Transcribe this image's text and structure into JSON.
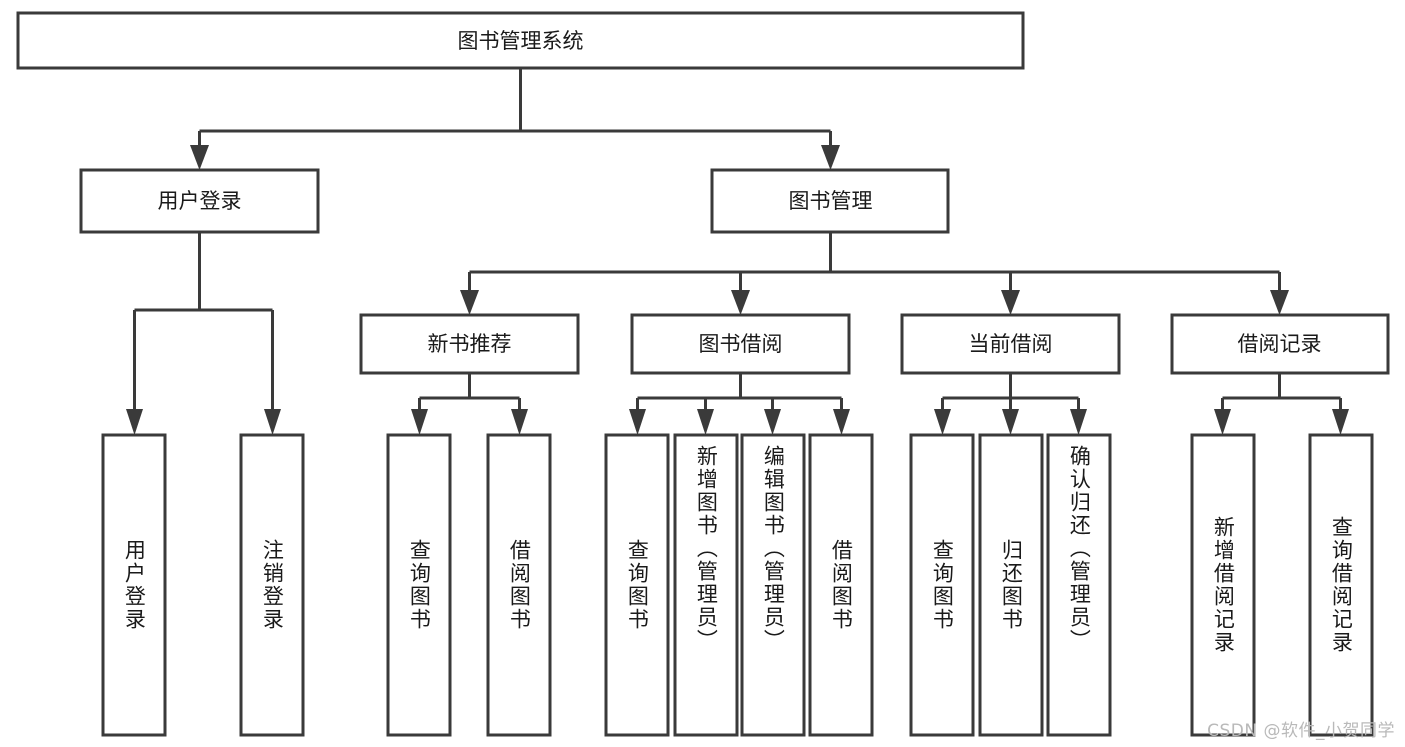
{
  "diagram": {
    "type": "tree",
    "title": "图书管理系统",
    "orientation": "top-down",
    "colors": {
      "box_stroke": "#3a3a3a",
      "box_fill": "#ffffff",
      "connector": "#3a3a3a",
      "text": "#1a1a1a",
      "background": "#ffffff",
      "watermark": "#b9b9b9"
    },
    "root": {
      "id": "root",
      "label": "图书管理系统"
    },
    "level1": [
      {
        "id": "user-login",
        "label": "用户登录"
      },
      {
        "id": "book-manage",
        "label": "图书管理"
      }
    ],
    "level2": [
      {
        "id": "new-book-recommend",
        "label": "新书推荐",
        "parent": "book-manage"
      },
      {
        "id": "book-borrow",
        "label": "图书借阅",
        "parent": "book-manage"
      },
      {
        "id": "current-borrow",
        "label": "当前借阅",
        "parent": "book-manage"
      },
      {
        "id": "borrow-record",
        "label": "借阅记录",
        "parent": "book-manage"
      }
    ],
    "leaves": [
      {
        "id": "leaf-user-login",
        "label": "用户登录",
        "parent": "user-login"
      },
      {
        "id": "leaf-logout-login",
        "label": "注销登录",
        "parent": "user-login"
      },
      {
        "id": "leaf-query-book-1",
        "label": "查询图书",
        "parent": "new-book-recommend"
      },
      {
        "id": "leaf-borrow-book-1",
        "label": "借阅图书",
        "parent": "new-book-recommend"
      },
      {
        "id": "leaf-query-book-2",
        "label": "查询图书",
        "parent": "book-borrow"
      },
      {
        "id": "leaf-add-book",
        "label": "新增图书（管理员）",
        "parent": "book-borrow"
      },
      {
        "id": "leaf-edit-book",
        "label": "编辑图书（管理员）",
        "parent": "book-borrow"
      },
      {
        "id": "leaf-borrow-book-2",
        "label": "借阅图书",
        "parent": "book-borrow"
      },
      {
        "id": "leaf-query-book-3",
        "label": "查询图书",
        "parent": "current-borrow"
      },
      {
        "id": "leaf-return-book",
        "label": "归还图书",
        "parent": "current-borrow"
      },
      {
        "id": "leaf-confirm-return",
        "label": "确认归还（管理员）",
        "parent": "current-borrow"
      },
      {
        "id": "leaf-add-record",
        "label": "新增借阅记录",
        "parent": "borrow-record"
      },
      {
        "id": "leaf-query-record",
        "label": "查询借阅记录",
        "parent": "borrow-record"
      }
    ]
  },
  "watermark": {
    "text": "CSDN @软件_小贺同学"
  }
}
